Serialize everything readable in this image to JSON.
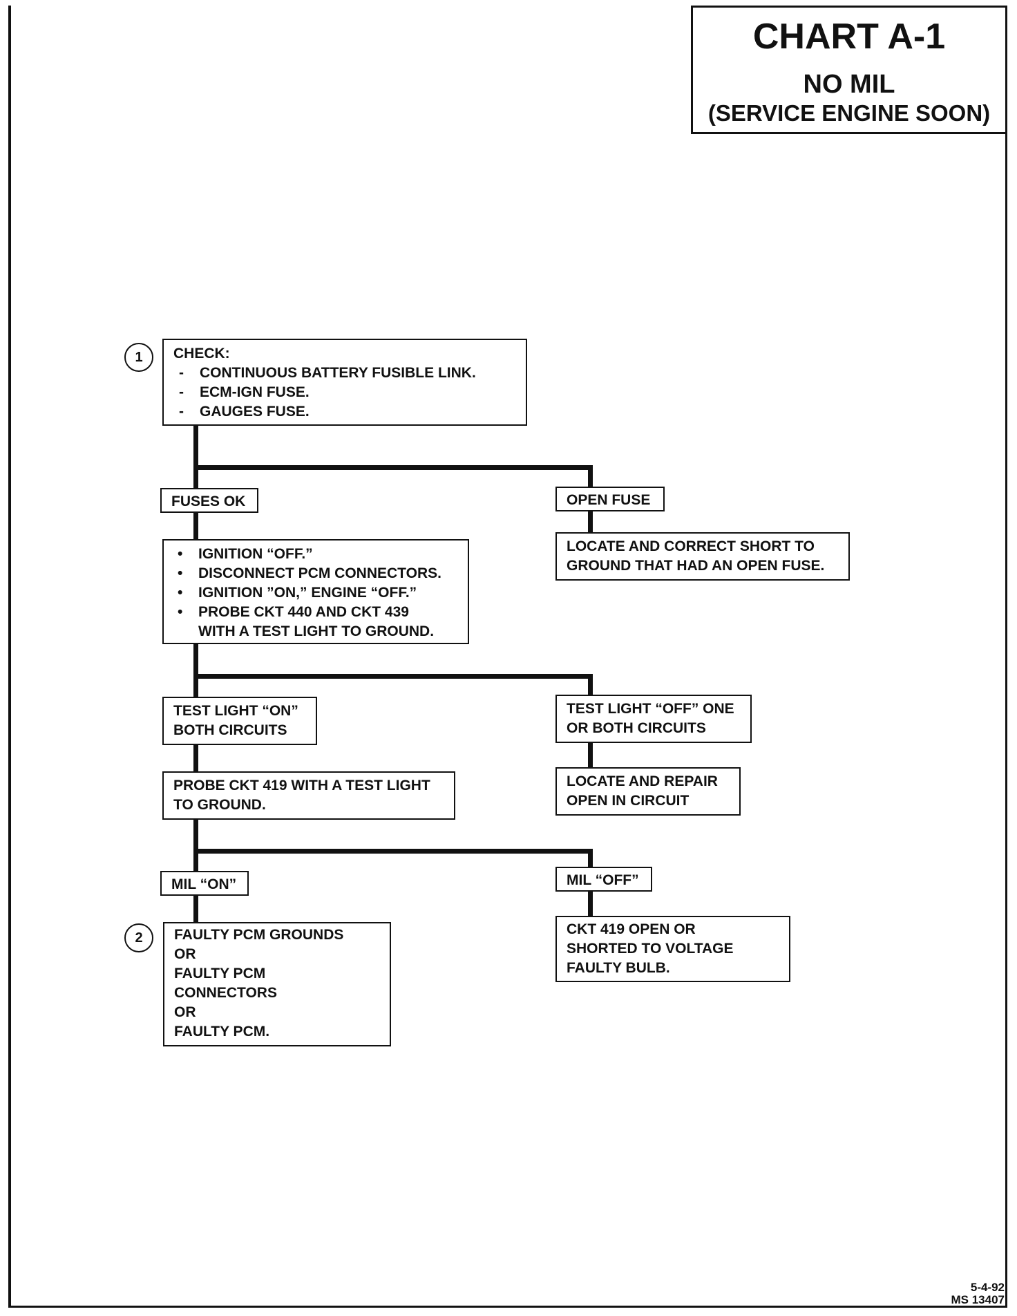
{
  "title": {
    "main": "CHART A-1",
    "sub1": "NO  MIL",
    "sub2": "(SERVICE ENGINE SOON)"
  },
  "steps": {
    "step1_number": "1",
    "step2_number": "2"
  },
  "nodes": {
    "check": {
      "heading": "CHECK:",
      "items": [
        "CONTINUOUS BATTERY FUSIBLE LINK.",
        "ECM-IGN FUSE.",
        "GAUGES FUSE."
      ],
      "dash": "-"
    },
    "fuses_ok": "FUSES OK",
    "open_fuse": "OPEN FUSE",
    "locate_short": [
      "LOCATE AND CORRECT SHORT TO",
      "GROUND THAT HAD AN OPEN FUSE."
    ],
    "ignition_steps": {
      "bullet": "•",
      "items": [
        "IGNITION “OFF.”",
        "DISCONNECT PCM CONNECTORS.",
        "IGNITION ”ON,” ENGINE “OFF.”",
        "PROBE CKT 440 AND CKT 439"
      ],
      "continuation": "WITH A TEST LIGHT TO GROUND."
    },
    "test_light_on": [
      "TEST LIGHT “ON”",
      "BOTH CIRCUITS"
    ],
    "test_light_off": [
      "TEST LIGHT “OFF” ONE",
      "OR BOTH CIRCUITS"
    ],
    "probe_419": [
      "PROBE CKT 419 WITH A TEST LIGHT",
      "TO GROUND."
    ],
    "locate_open": [
      "LOCATE AND REPAIR",
      "OPEN IN CIRCUIT"
    ],
    "mil_on": "MIL “ON”",
    "mil_off": "MIL “OFF”",
    "faulty_pcm": [
      "FAULTY PCM GROUNDS",
      "OR",
      "FAULTY PCM",
      "CONNECTORS",
      "OR",
      "FAULTY PCM."
    ],
    "ckt_419": [
      "CKT 419 OPEN OR",
      "SHORTED TO VOLTAGE",
      "FAULTY BULB."
    ]
  },
  "footer": {
    "date": "5-4-92",
    "code": "MS 13407"
  }
}
